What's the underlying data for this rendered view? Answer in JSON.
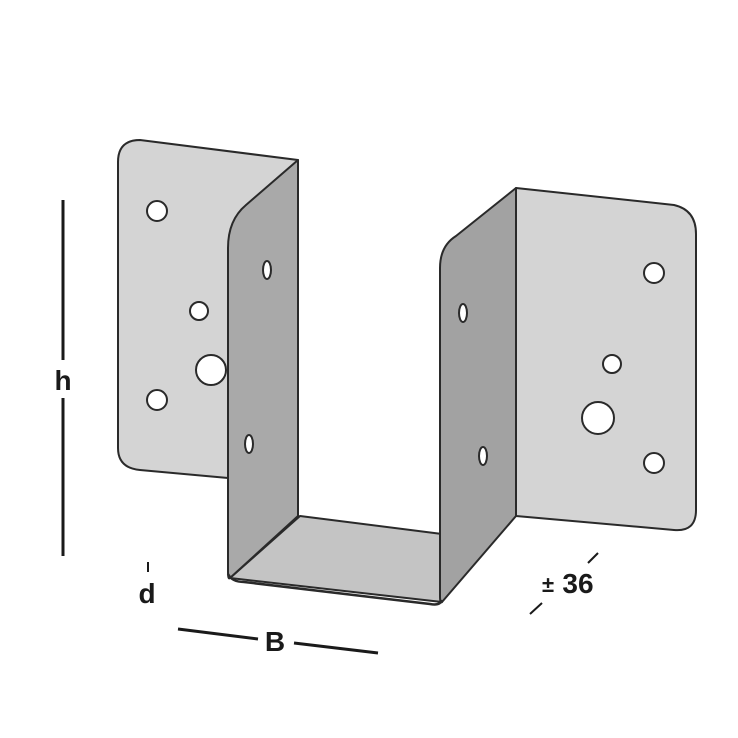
{
  "labels": {
    "height": "h",
    "depth": "d",
    "width": "B",
    "tolerance_sign": "±",
    "tolerance_value": "36"
  },
  "colors": {
    "back_plate": "#d4d4d4",
    "inner_wall": "#a9a9a9",
    "inner_wall_right": "#a2a2a2",
    "base": "#c4c4c4",
    "outline": "#2a2a2a"
  }
}
